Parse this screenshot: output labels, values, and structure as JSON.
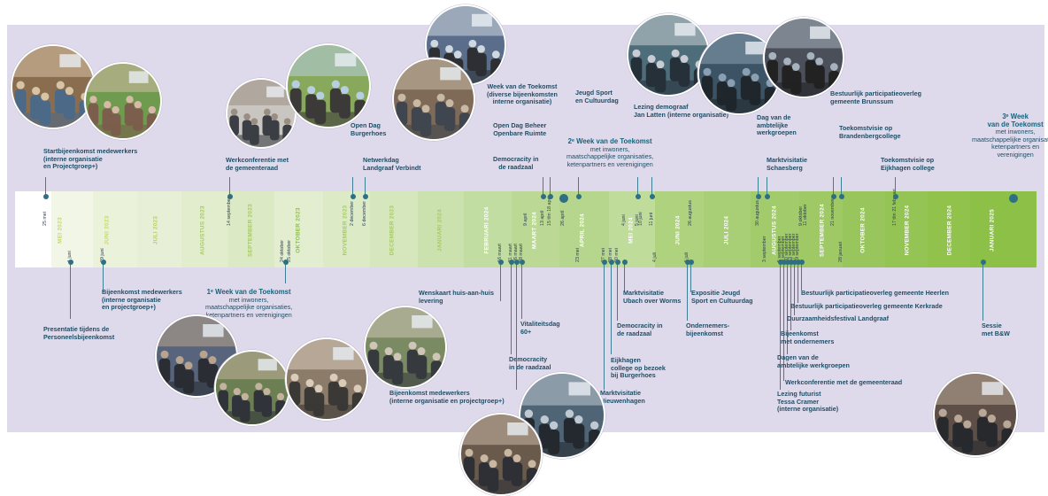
{
  "months": [
    {
      "label": "MEI 2023",
      "color": "#c9d86d"
    },
    {
      "label": "JUNI 2023",
      "color": "#c9d86d"
    },
    {
      "label": "JULI 2023",
      "color": "#b7d06a"
    },
    {
      "label": "AUGUSTUS 2023",
      "color": "#a7c967"
    },
    {
      "label": "SEPTEMBER 2023",
      "color": "#a7c967"
    },
    {
      "label": "OKTOBER 2023",
      "color": "#8fbf4d"
    },
    {
      "label": "NOVEMBER 2023",
      "color": "#a7c967"
    },
    {
      "label": "DECEMBER 2023",
      "color": "#a7c967"
    },
    {
      "label": "JANUARI 2024",
      "color": "#a7c967"
    },
    {
      "label": "FEBRUARI 2024",
      "color": "#ffffff"
    },
    {
      "label": "MAART 2024",
      "color": "#ffffff"
    },
    {
      "label": "APRIL 2024",
      "color": "#ffffff"
    },
    {
      "label": "MEI 2024",
      "color": "#ffffff"
    },
    {
      "label": "JUNI 2024",
      "color": "#ffffff"
    },
    {
      "label": "JULI 2024",
      "color": "#ffffff"
    },
    {
      "label": "AUGUSTUS 2024",
      "color": "#ffffff"
    },
    {
      "label": "SEPTEMBER 2024",
      "color": "#ffffff"
    },
    {
      "label": "OKTOBER 2024",
      "color": "#ffffff"
    },
    {
      "label": "NOVEMBER 2024",
      "color": "#ffffff"
    },
    {
      "label": "DECEMBER 2024",
      "color": "#ffffff"
    },
    {
      "label": "JANUARI 2025",
      "color": "#ffffff"
    }
  ],
  "dates": [
    {
      "text": "25 mei",
      "side": "top"
    },
    {
      "text": "1 juni",
      "side": "bottom"
    },
    {
      "text": "29 juni",
      "side": "bottom"
    },
    {
      "text": "14 september",
      "side": "top"
    },
    {
      "text": "24 oktober",
      "side": "bottom"
    },
    {
      "text": "25 oktober",
      "side": "bottom"
    },
    {
      "text": "2 december",
      "side": "top"
    },
    {
      "text": "6 december",
      "side": "top"
    },
    {
      "text": "16 maart",
      "side": "bottom"
    },
    {
      "text": "21 maart",
      "side": "bottom"
    },
    {
      "text": "26 maart",
      "side": "bottom"
    },
    {
      "text": "28 maart",
      "side": "bottom"
    },
    {
      "text": "9 april",
      "side": "top"
    },
    {
      "text": "13 april",
      "side": "top"
    },
    {
      "text": "15 t/m 18 april",
      "side": "top"
    },
    {
      "text": "26 april",
      "side": "top"
    },
    {
      "text": "23 mei",
      "side": "bottom"
    },
    {
      "text": "27 mei",
      "side": "bottom"
    },
    {
      "text": "28 mei",
      "side": "bottom"
    },
    {
      "text": "30 mei",
      "side": "bottom"
    },
    {
      "text": "4 juni",
      "side": "top"
    },
    {
      "text": "5 juni",
      "side": "top"
    },
    {
      "text": "10 juni",
      "side": "top"
    },
    {
      "text": "11 juni",
      "side": "top"
    },
    {
      "text": "4 juli",
      "side": "bottom"
    },
    {
      "text": "5 juli",
      "side": "bottom"
    },
    {
      "text": "26 augustus",
      "side": "top"
    },
    {
      "text": "30 augustus",
      "side": "top"
    },
    {
      "text": "3 september",
      "side": "bottom"
    },
    {
      "text": "5 september",
      "side": "bottom"
    },
    {
      "text": "9 september",
      "side": "bottom"
    },
    {
      "text": "10 september",
      "side": "bottom"
    },
    {
      "text": "13 september",
      "side": "bottom"
    },
    {
      "text": "17 september",
      "side": "bottom"
    },
    {
      "text": "19 september",
      "side": "bottom"
    },
    {
      "text": "9 oktober",
      "side": "top"
    },
    {
      "text": "11 oktober",
      "side": "top"
    },
    {
      "text": "21 november",
      "side": "top"
    },
    {
      "text": "28 januari",
      "side": "bottom"
    },
    {
      "text": "17 t/m 21 februari",
      "side": "top"
    }
  ],
  "events_top": [
    {
      "lines": [
        "Startbijeenkomst medewerkers",
        "(interne organisatie",
        "en Projectgroep+)"
      ]
    },
    {
      "lines": [
        "Werkconferentie met",
        "de gemeenteraad"
      ]
    },
    {
      "lines": [
        "Open Dag",
        "Burgerhoes"
      ]
    },
    {
      "lines": [
        "Netwerkdag",
        "Landgraaf Verbindt"
      ]
    },
    {
      "lines": [
        "Democracity in",
        "de raadzaal"
      ]
    },
    {
      "lines": [
        "Open Dag Beheer",
        "Openbare Ruimte"
      ]
    },
    {
      "lines": [
        "Week van de Toekomst",
        "(diverse bijeenkomsten",
        "interne organisatie)"
      ]
    },
    {
      "lines": [
        "Jeugd Sport",
        "en Cultuurdag"
      ]
    },
    {
      "title": "2ᵉ Week van de Toekomst",
      "lines": [
        "met inwoners,",
        "maatschappelijke organisaties,",
        "ketenpartners en verenigingen"
      ]
    },
    {
      "lines": [
        "Lezing demograaf",
        "Jan Latten (interne organisatie)"
      ]
    },
    {
      "lines": [
        "Dag van de",
        "ambtelijke",
        "werkgroepen"
      ]
    },
    {
      "lines": [
        "Marktvisitatie",
        "Schaesberg"
      ]
    },
    {
      "lines": [
        "Bestuurlijk participatieoverleg",
        "gemeente Brunssum"
      ]
    },
    {
      "lines": [
        "Toekomstvisie op",
        "Brandenbergcollege"
      ]
    },
    {
      "lines": [
        "Toekomstvisie op",
        "Eijkhagen college"
      ]
    },
    {
      "title": "3ᵉ Week",
      "title2": "van de Toekomst",
      "lines": [
        "met inwoners,",
        "maatschappelijke organisaties,",
        "ketenpartners en",
        "verenigingen"
      ]
    }
  ],
  "events_bottom": [
    {
      "lines": [
        "Presentatie tijdens de",
        "Personeelsbijeenkomst"
      ]
    },
    {
      "lines": [
        "Bijeenkomst medewerkers",
        "(interne organisatie",
        "en projectgroep+)"
      ]
    },
    {
      "title": "1ᵉ Week van de Toekomst",
      "lines": [
        "met inwoners,",
        "maatschappelijke organisaties,",
        "ketenpartners en verenigingen"
      ]
    },
    {
      "lines": [
        "Wenskaart huis-aan-huis",
        "levering"
      ]
    },
    {
      "lines": [
        "Vitaliteitsdag",
        "60+"
      ]
    },
    {
      "lines": [
        "Democracity",
        "in de raadzaal"
      ]
    },
    {
      "lines": [
        "Bijeenkomst medewerkers",
        "(interne organisatie en projectgroep+)"
      ]
    },
    {
      "lines": [
        "Marktvisitatie",
        "Nieuwenhagen"
      ]
    },
    {
      "lines": [
        "Eijkhagen",
        "college op bezoek",
        "bij Burgerhoes"
      ]
    },
    {
      "lines": [
        "Democracity in",
        "de raadzaal"
      ]
    },
    {
      "lines": [
        "Marktvisitatie",
        "Ubach over Worms"
      ]
    },
    {
      "lines": [
        "Ondernemers-",
        "bijeenkomst"
      ]
    },
    {
      "lines": [
        "Expositie Jeugd",
        "Sport en Cultuurdag"
      ]
    },
    {
      "lines": [
        "Lezing futurist",
        "Tessa Cramer",
        "(interne organisatie)"
      ]
    },
    {
      "lines": [
        "Werkconferentie met de gemeenteraad"
      ]
    },
    {
      "lines": [
        "Dagen van de",
        "ambtelijke werkgroepen"
      ]
    },
    {
      "lines": [
        "Bijeenkomst",
        "met ondernemers"
      ]
    },
    {
      "lines": [
        "Duurzaamheidsfestival Landgraaf"
      ]
    },
    {
      "lines": [
        "Bestuurlijk participatieoverleg gemeente Kerkrade"
      ]
    },
    {
      "lines": [
        "Bestuurlijk participatieoverleg gemeente Heerlen"
      ]
    },
    {
      "lines": [
        "Sessie",
        "met B&W"
      ]
    }
  ],
  "photo_icons": [
    "photo-workshop-icon",
    "photo-kids-icon",
    "photo-hall-icon",
    "photo-field-icon",
    "photo-lecture-icon",
    "photo-meeting-icon",
    "photo-interview-icon",
    "photo-conference-icon",
    "photo-audience-icon",
    "photo-outdoor-icon",
    "photo-market-icon",
    "photo-booth-icon",
    "photo-group-icon",
    "photo-presentation-icon",
    "photo-session-icon",
    "photo-people-icon"
  ],
  "colors": {
    "band": "#dedaeb",
    "accent": "#2f6f84",
    "text": "#1f4e66",
    "green_dark": "#8fc347"
  }
}
